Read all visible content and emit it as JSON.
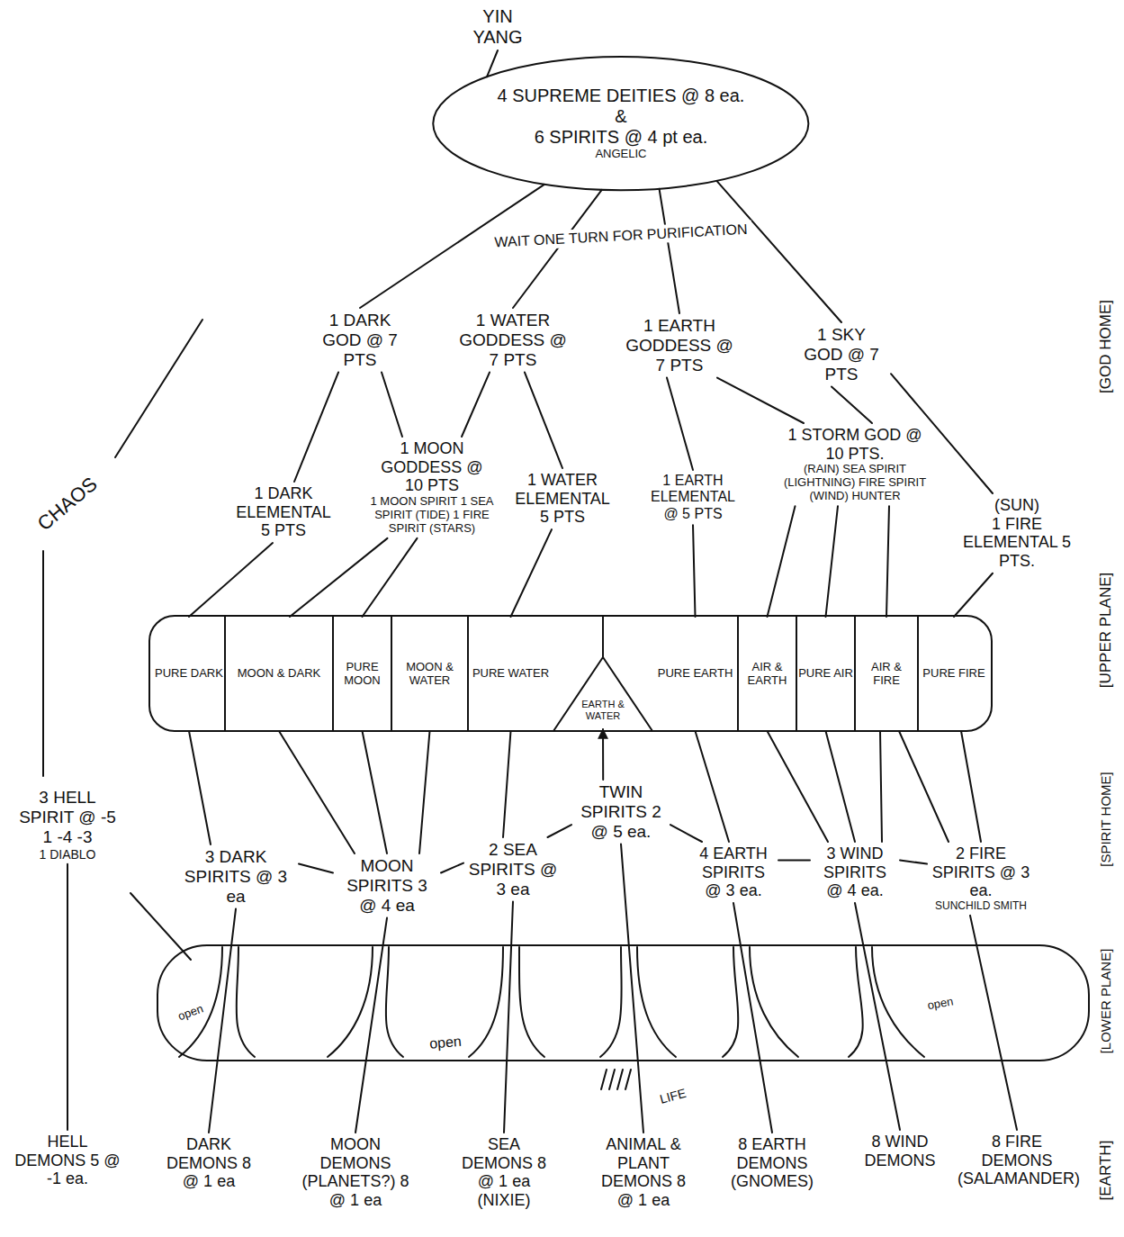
{
  "diagram": {
    "nodes": [
      {
        "text": [
          "YIN YANG"
        ]
      },
      {
        "text": [
          "4 SUPREME DEITIES @ 8 ea.",
          "&",
          "6 SPIRITS @ 4 pt ea.",
          "ANGELIC"
        ]
      },
      {
        "text": [
          "1 DARK GOD @ 7 PTS"
        ]
      },
      {
        "text": [
          "1 WATER GODDESS @ 7 PTS"
        ]
      },
      {
        "text": [
          "1 EARTH GODDESS @ 7 PTS"
        ]
      },
      {
        "text": [
          "1 SKY GOD @ 7 PTS"
        ]
      },
      {
        "text": [
          "1 DARK ELEMENTAL 5 PTS"
        ]
      },
      {
        "text": [
          "1 MOON GODDESS @ 10 PTS",
          "1 MOON SPIRIT 1 SEA SPIRIT (TIDE) 1 FIRE SPIRIT (STARS)"
        ]
      },
      {
        "text": [
          "1 WATER ELEMENTAL 5 PTS"
        ]
      },
      {
        "text": [
          "1 EARTH ELEMENTAL @ 5 PTS"
        ]
      },
      {
        "text": [
          "1 STORM GOD @ 10 PTS.",
          "(RAIN) SEA SPIRIT (LIGHTNING) FIRE SPIRIT (WIND) HUNTER"
        ]
      },
      {
        "text": [
          "(SUN)",
          "1 FIRE ELEMENTAL 5 PTS."
        ]
      },
      {
        "text": [
          "3 HELL SPIRIT @ -5 1 -4 -3",
          "1 DIABLO"
        ]
      },
      {
        "text": [
          "PURE DARK"
        ]
      },
      {
        "text": [
          "MOON & DARK"
        ]
      },
      {
        "text": [
          "PURE MOON"
        ]
      },
      {
        "text": [
          "MOON & WATER"
        ]
      },
      {
        "text": [
          "PURE WATER"
        ]
      },
      {
        "text": [
          "EARTH & WATER"
        ]
      },
      {
        "text": [
          "PURE EARTH"
        ]
      },
      {
        "text": [
          "AIR & EARTH"
        ]
      },
      {
        "text": [
          "PURE AIR"
        ]
      },
      {
        "text": [
          "AIR & FIRE"
        ]
      },
      {
        "text": [
          "PURE FIRE"
        ]
      },
      {
        "text": [
          "3 DARK SPIRITS @ 3 ea"
        ]
      },
      {
        "text": [
          "MOON SPIRITS 3 @ 4 ea"
        ]
      },
      {
        "text": [
          "2 SEA SPIRITS @ 3 ea"
        ]
      },
      {
        "text": [
          "TWIN SPIRITS 2 @ 5 ea."
        ]
      },
      {
        "text": [
          "4 EARTH SPIRITS @ 3 ea."
        ]
      },
      {
        "text": [
          "3 WIND SPIRITS @ 4 ea."
        ]
      },
      {
        "text": [
          "2 FIRE SPIRITS @ 3 ea.",
          "SUNCHILD SMITH"
        ]
      },
      {
        "text": [
          "HELL DEMONS 5 @ -1 ea."
        ]
      },
      {
        "text": [
          "DARK DEMONS 8 @ 1 ea"
        ]
      },
      {
        "text": [
          "MOON DEMONS (PLANETS?) 8 @ 1 ea"
        ]
      },
      {
        "text": [
          "SEA DEMONS 8 @ 1 ea (NIXIE)"
        ]
      },
      {
        "text": [
          "ANIMAL & PLANT DEMONS 8 @ 1 ea"
        ]
      },
      {
        "text": [
          "8 EARTH DEMONS (GNOMES)"
        ]
      },
      {
        "text": [
          "8 WIND DEMONS"
        ]
      },
      {
        "text": [
          "8 FIRE DEMONS (SALAMANDER)"
        ]
      }
    ],
    "edges": [
      {
        "from": 0,
        "to": 1,
        "arrow": "none"
      },
      {
        "from": 1,
        "to": 2,
        "arrow": "none"
      },
      {
        "from": 1,
        "to": 3,
        "arrow": "none"
      },
      {
        "from": 1,
        "to": 4,
        "arrow": "none"
      },
      {
        "from": 1,
        "to": 5,
        "arrow": "none"
      },
      {
        "from": 2,
        "to": 6,
        "arrow": "none"
      },
      {
        "from": 2,
        "to": 7,
        "arrow": "none"
      },
      {
        "from": 3,
        "to": 7,
        "arrow": "none"
      },
      {
        "from": 3,
        "to": 8,
        "arrow": "none"
      },
      {
        "from": 4,
        "to": 9,
        "arrow": "none"
      },
      {
        "from": 4,
        "to": 10,
        "arrow": "none"
      },
      {
        "from": 5,
        "to": 10,
        "arrow": "none"
      },
      {
        "from": 5,
        "to": 11,
        "arrow": "none"
      },
      {
        "from": 6,
        "to": 13,
        "arrow": "none"
      },
      {
        "from": 7,
        "to": 14,
        "arrow": "none"
      },
      {
        "from": 7,
        "to": 15,
        "arrow": "none"
      },
      {
        "from": 8,
        "to": 17,
        "arrow": "none"
      },
      {
        "from": 9,
        "to": 19,
        "arrow": "none"
      },
      {
        "from": 10,
        "to": 20,
        "arrow": "none"
      },
      {
        "from": 10,
        "to": 21,
        "arrow": "none"
      },
      {
        "from": 10,
        "to": 22,
        "arrow": "none"
      },
      {
        "from": 11,
        "to": 23,
        "arrow": "none"
      },
      {
        "from": 13,
        "to": 24,
        "arrow": "none"
      },
      {
        "from": 14,
        "to": 25,
        "arrow": "none"
      },
      {
        "from": 15,
        "to": 25,
        "arrow": "none"
      },
      {
        "from": 16,
        "to": 25,
        "arrow": "none"
      },
      {
        "from": 17,
        "to": 26,
        "arrow": "none"
      },
      {
        "from": 27,
        "to": 18,
        "arrow": "to"
      },
      {
        "from": 19,
        "to": 28,
        "arrow": "none"
      },
      {
        "from": 20,
        "to": 29,
        "arrow": "none"
      },
      {
        "from": 21,
        "to": 29,
        "arrow": "none"
      },
      {
        "from": 22,
        "to": 29,
        "arrow": "none"
      },
      {
        "from": 22,
        "to": 30,
        "arrow": "none"
      },
      {
        "from": 23,
        "to": 30,
        "arrow": "none"
      },
      {
        "from": 24,
        "to": 25,
        "arrow": "none"
      },
      {
        "from": 25,
        "to": 26,
        "arrow": "none"
      },
      {
        "from": 27,
        "to": 26,
        "arrow": "none"
      },
      {
        "from": 27,
        "to": 28,
        "arrow": "none"
      },
      {
        "from": 28,
        "to": 29,
        "arrow": "none"
      },
      {
        "from": 29,
        "to": 30,
        "arrow": "none"
      },
      {
        "from": 12,
        "to": 31,
        "arrow": "none"
      },
      {
        "from": 24,
        "to": 32,
        "arrow": "none"
      },
      {
        "from": 25,
        "to": 33,
        "arrow": "none"
      },
      {
        "from": 26,
        "to": 34,
        "arrow": "none"
      },
      {
        "from": 27,
        "to": 35,
        "arrow": "none"
      },
      {
        "from": 28,
        "to": 36,
        "arrow": "none"
      },
      {
        "from": 29,
        "to": 37,
        "arrow": "none"
      },
      {
        "from": 30,
        "to": 38,
        "arrow": "none"
      }
    ],
    "labels": [
      "WAIT ONE TURN FOR PURIFICATION",
      "CHAOS",
      "[GOD HOME]",
      "[UPPER PLANE]",
      "[SPIRIT HOME]",
      "[LOWER PLANE]",
      "[EARTH]",
      "LIFE",
      "open",
      "open",
      "open"
    ]
  }
}
